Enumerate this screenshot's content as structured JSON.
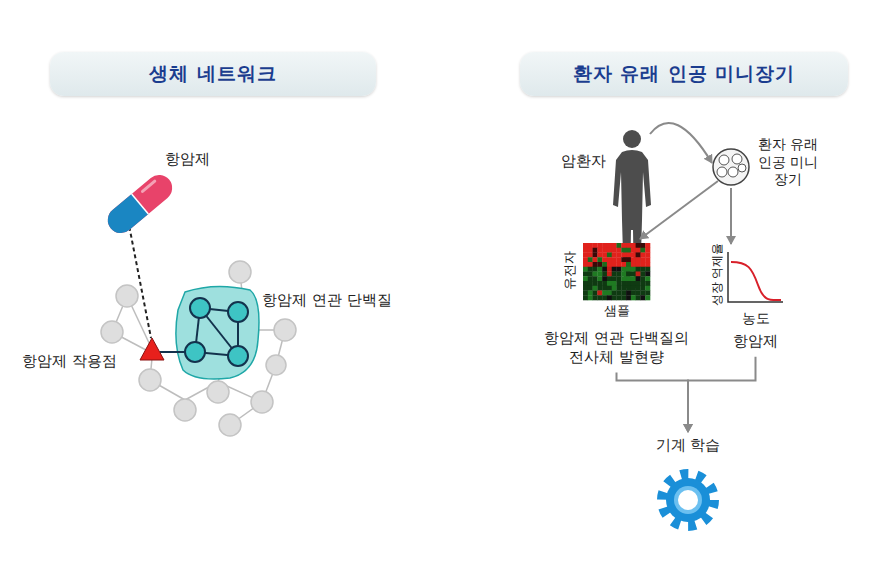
{
  "diagram": {
    "nodes": [
      {
        "text": [
          "생체 네트워크"
        ]
      },
      {
        "text": [
          "환자 유래 인공 미니장기"
        ]
      },
      {
        "text": [
          "암환자"
        ]
      },
      {
        "text": [
          "환자 유래 인공 미니장기"
        ]
      },
      {
        "text": [
          "유전자",
          "샘플",
          "항암제 연관 단백질의 전사체 발현량"
        ]
      },
      {
        "text": [
          "성장 억제율",
          "농도",
          "항암제"
        ]
      },
      {
        "text": [
          "기계 학습"
        ]
      }
    ],
    "edges": [
      {
        "from": 2,
        "to": 3,
        "arrow": "to"
      },
      {
        "from": 3,
        "to": 4,
        "arrow": "to"
      },
      {
        "from": 3,
        "to": 5,
        "arrow": "to"
      },
      {
        "from": 4,
        "to": 6,
        "arrow": "to"
      },
      {
        "from": 5,
        "to": 6,
        "arrow": "to"
      }
    ],
    "labels": [
      "항암제",
      "항암제 연관 단백질",
      "항암제 작용점"
    ]
  }
}
